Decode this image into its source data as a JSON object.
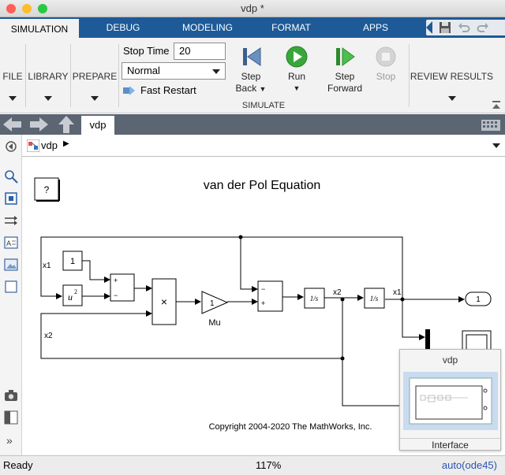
{
  "window": {
    "title": "vdp *",
    "traffic_lights": [
      "#fe5f57",
      "#febc2e",
      "#28c840"
    ]
  },
  "tabs": [
    {
      "label": "SIMULATION",
      "active": true
    },
    {
      "label": "DEBUG"
    },
    {
      "label": "MODELING"
    },
    {
      "label": "FORMAT"
    },
    {
      "label": "APPS"
    }
  ],
  "ribbon": {
    "file_label": "FILE",
    "library_label": "LIBRARY",
    "prepare_label": "PREPARE",
    "stop_time_label": "Stop Time",
    "stop_time_value": "20",
    "sim_mode_value": "Normal",
    "fast_restart_label": "Fast Restart",
    "step_back_line1": "Step",
    "step_back_line2": "Back",
    "run_label": "Run",
    "step_forward_line1": "Step",
    "step_forward_line2": "Forward",
    "stop_label": "Stop",
    "simulate_group_label": "SIMULATE",
    "review_results_label": "REVIEW RESULTS"
  },
  "nav": {
    "doc_tab": "vdp"
  },
  "address": {
    "model_name": "vdp"
  },
  "diagram": {
    "help_block_label": "?",
    "title": "van der Pol Equation",
    "const_value": "1",
    "fcn_label": "u",
    "fcn_exp": "2",
    "sum1_signs": [
      "+",
      "−"
    ],
    "product_symbol": "×",
    "gain_value": "1",
    "gain_name": "Mu",
    "sum2_signs": [
      "−",
      "+"
    ],
    "integrator_label": "1/s",
    "signal_x1": "x1",
    "signal_x2": "x2",
    "outport_value": "1",
    "copyright": "Copyright 2004-2020 The MathWorks, Inc."
  },
  "interface_popup": {
    "title": "vdp",
    "label": "Interface"
  },
  "status": {
    "left": "Ready",
    "zoom": "117%",
    "solver": "auto(ode45)"
  },
  "colors": {
    "tab_strip": "#1d5a97",
    "nav_bar": "#5c6572",
    "run_green": "#3aa63a",
    "solver_blue": "#2a55b5"
  }
}
